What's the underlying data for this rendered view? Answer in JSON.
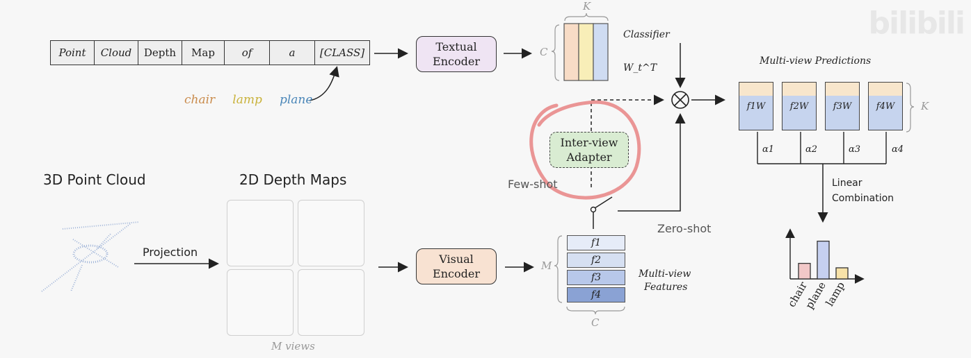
{
  "prompt_tokens": [
    "Point",
    "Cloud",
    "Depth",
    "Map",
    "of",
    "a",
    "[CLASS]"
  ],
  "class_words": [
    {
      "text": "chair",
      "color": "#c98a4a"
    },
    {
      "text": "lamp",
      "color": "#c9b23a"
    },
    {
      "text": "plane",
      "color": "#4a86b8"
    }
  ],
  "textual_encoder": "Textual Encoder",
  "visual_encoder": "Visual Encoder",
  "adapter": "Inter-view Adapter",
  "classifier_label": "Classifier",
  "classifier_k": "K",
  "classifier_c": "C",
  "weight_label": "W_t^T",
  "point_cloud_title": "3D Point Cloud",
  "depth_maps_title": "2D Depth Maps",
  "projection_label": "Projection",
  "m_views": "M views",
  "few_shot": "Few-shot",
  "zero_shot": "Zero-shot",
  "features": {
    "m_label": "M",
    "c_label": "C",
    "items": [
      "f1",
      "f2",
      "f3",
      "f4"
    ],
    "caption_line1": "Multi-view",
    "caption_line2": "Features"
  },
  "predictions": {
    "title": "Multi-view Predictions",
    "k_label": "K",
    "items": [
      "f1W",
      "f2W",
      "f3W",
      "f4W"
    ],
    "alphas": [
      "α1",
      "α2",
      "α3",
      "α4"
    ]
  },
  "linear_combination_line1": "Linear",
  "linear_combination_line2": "Combination",
  "chart_data": {
    "type": "bar",
    "categories": [
      "chair",
      "plane",
      "lamp"
    ],
    "values": [
      0.35,
      0.85,
      0.25
    ],
    "colors": [
      "#f2c8c8",
      "#c6d0f0",
      "#f7e2a8"
    ],
    "title": "",
    "xlabel": "",
    "ylabel": ""
  },
  "colors": {
    "classifier_cols": [
      "#f8dcc6",
      "#f8eeb8",
      "#cfdcf2"
    ],
    "feature_fills": [
      "#e6ecf8",
      "#d6e0f2",
      "#b8c8ea",
      "#8aa2d4"
    ],
    "highlight_circle": "#e88a8a"
  },
  "watermark": "bilibili"
}
